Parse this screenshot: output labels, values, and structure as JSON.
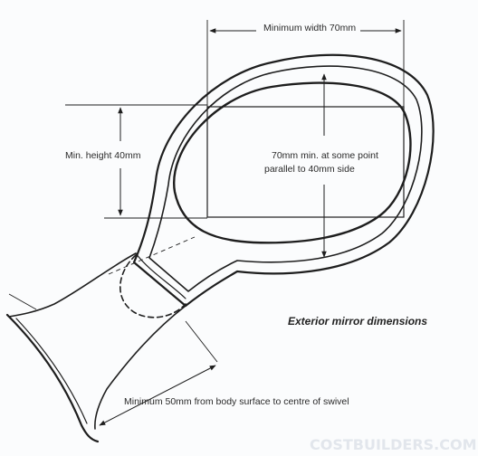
{
  "labels": {
    "min_width": "Minimum width 70mm",
    "min_height": "Min. height 40mm",
    "inner_line1": "70mm min. at some point",
    "inner_line2": "parallel to 40mm side",
    "caption": "Exterior mirror dimensions",
    "swivel": "Minimum 50mm from body surface to centre of swivel",
    "watermark": "COSTBUILDERS.COM"
  }
}
